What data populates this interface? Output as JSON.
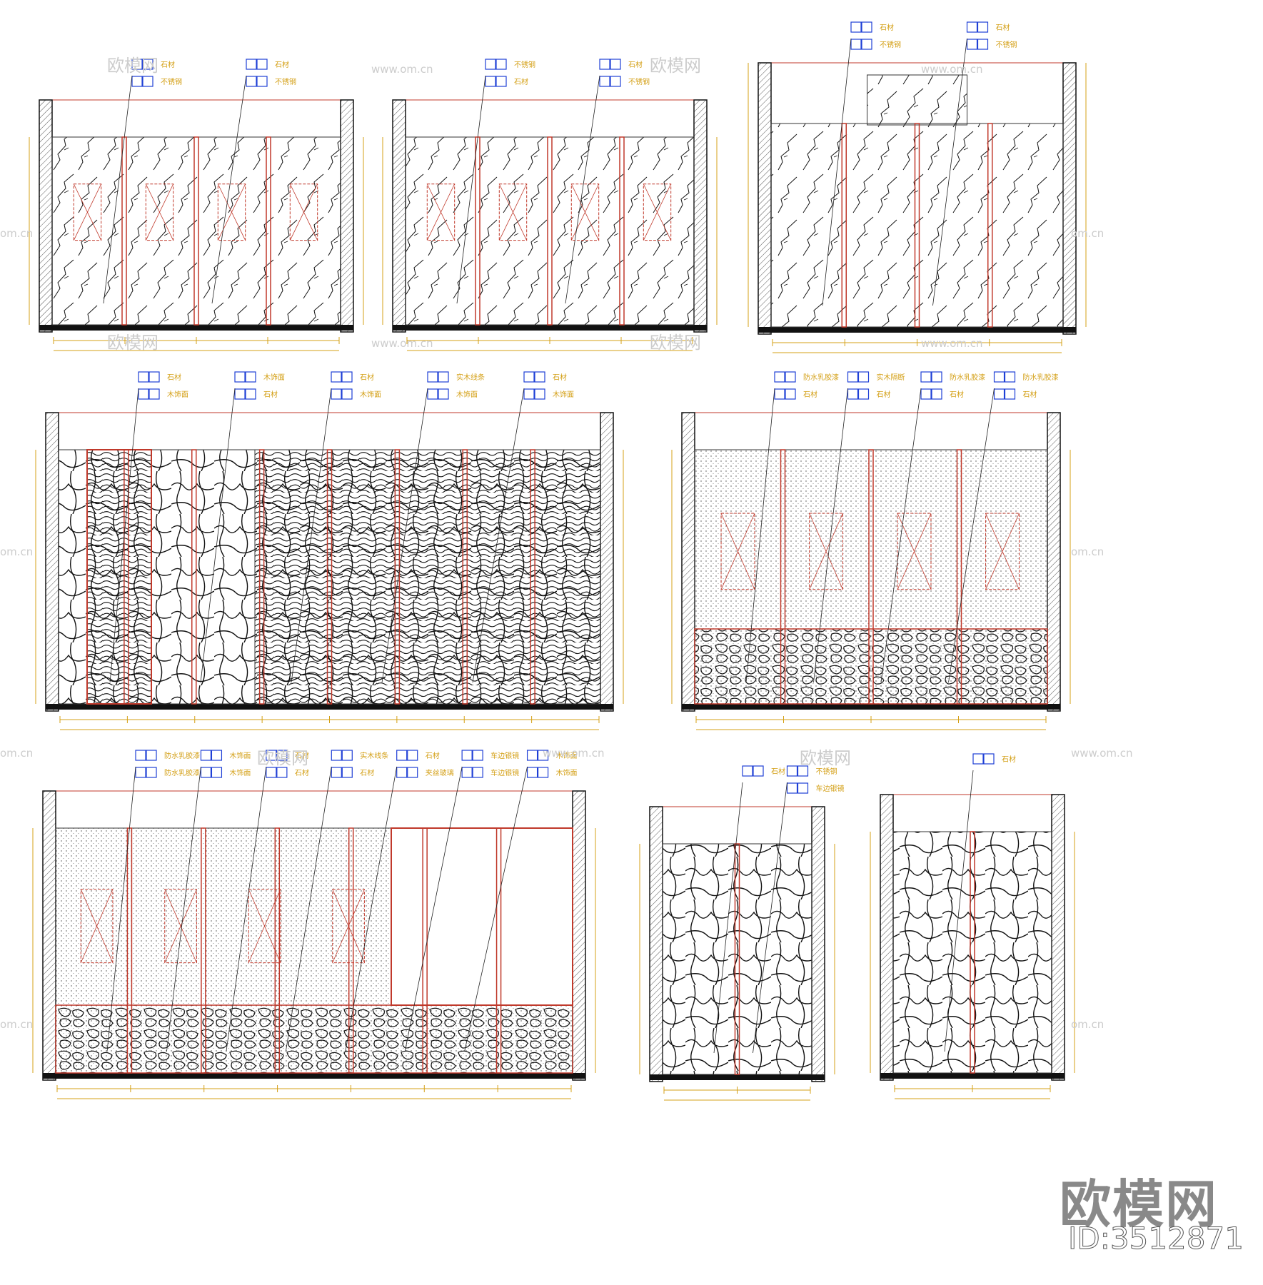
{
  "drawing": {
    "material_labels": [
      "石材",
      "不锈钢",
      "木饰面",
      "实木线条",
      "防水乳胶漆",
      "实木隔断",
      "夹丝玻璃",
      "车边银镜"
    ]
  },
  "panels": [
    {
      "id": "p1",
      "labels": [
        [
          "石材",
          "不锈钢"
        ],
        [
          "石材",
          "不锈钢"
        ]
      ]
    },
    {
      "id": "p2",
      "labels": [
        [
          "不锈钢",
          "石材"
        ],
        [
          "石材",
          "不锈钢"
        ]
      ]
    },
    {
      "id": "p3",
      "labels": [
        [
          "石材",
          "不锈钢"
        ],
        [
          "石材",
          "不锈钢"
        ]
      ]
    },
    {
      "id": "p4",
      "labels": [
        [
          "石材",
          "木饰面"
        ],
        [
          "木饰面",
          "石材"
        ],
        [
          "石材",
          "木饰面"
        ],
        [
          "实木线条",
          "木饰面"
        ],
        [
          "石材",
          "木饰面"
        ]
      ]
    },
    {
      "id": "p5",
      "labels": [
        [
          "防水乳胶漆",
          "石材"
        ],
        [
          "实木隔断",
          "石材"
        ],
        [
          "防水乳胶漆",
          "石材"
        ],
        [
          "防水乳胶漆",
          "石材"
        ]
      ]
    },
    {
      "id": "p6",
      "labels": [
        [
          "防水乳胶漆",
          "防水乳胶漆"
        ],
        [
          "木饰面",
          "木饰面"
        ],
        [
          "石材",
          "石材"
        ],
        [
          "实木线条",
          "石材"
        ],
        [
          "石材",
          "夹丝玻璃"
        ],
        [
          "车边银镜",
          "车边银镜"
        ],
        [
          "木饰面",
          "木饰面"
        ]
      ]
    },
    {
      "id": "p7",
      "labels": [
        [
          "石材"
        ],
        [
          "不锈钢",
          "车边银镜"
        ]
      ]
    },
    {
      "id": "p8",
      "labels": [
        [
          "石材"
        ]
      ]
    }
  ],
  "watermarks": {
    "site": "www.om.cn",
    "logo": "欧模网",
    "fragment": "om.cn",
    "id": "ID:3512871"
  },
  "colors": {
    "wall": "#111111",
    "partition": "#c0392b",
    "dimension": "#d4a017",
    "callout_box": "#1f3fd6",
    "label": "#d4a017"
  }
}
